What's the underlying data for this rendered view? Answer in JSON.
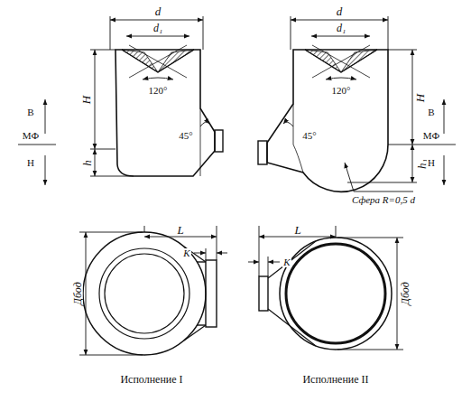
{
  "diagram": {
    "labels": [
      "d",
      "d₁",
      "120°",
      "H",
      "h",
      "45°",
      "В",
      "МФ",
      "Н",
      "d",
      "d₁",
      "120°",
      "H",
      "h₁",
      "45°",
      "В",
      "МФ",
      "Н",
      "Сфера R=0,5 d",
      "L",
      "K",
      "Дбод",
      "L",
      "K",
      "Дбод",
      "Исполнение I",
      "Исполнение II"
    ]
  }
}
